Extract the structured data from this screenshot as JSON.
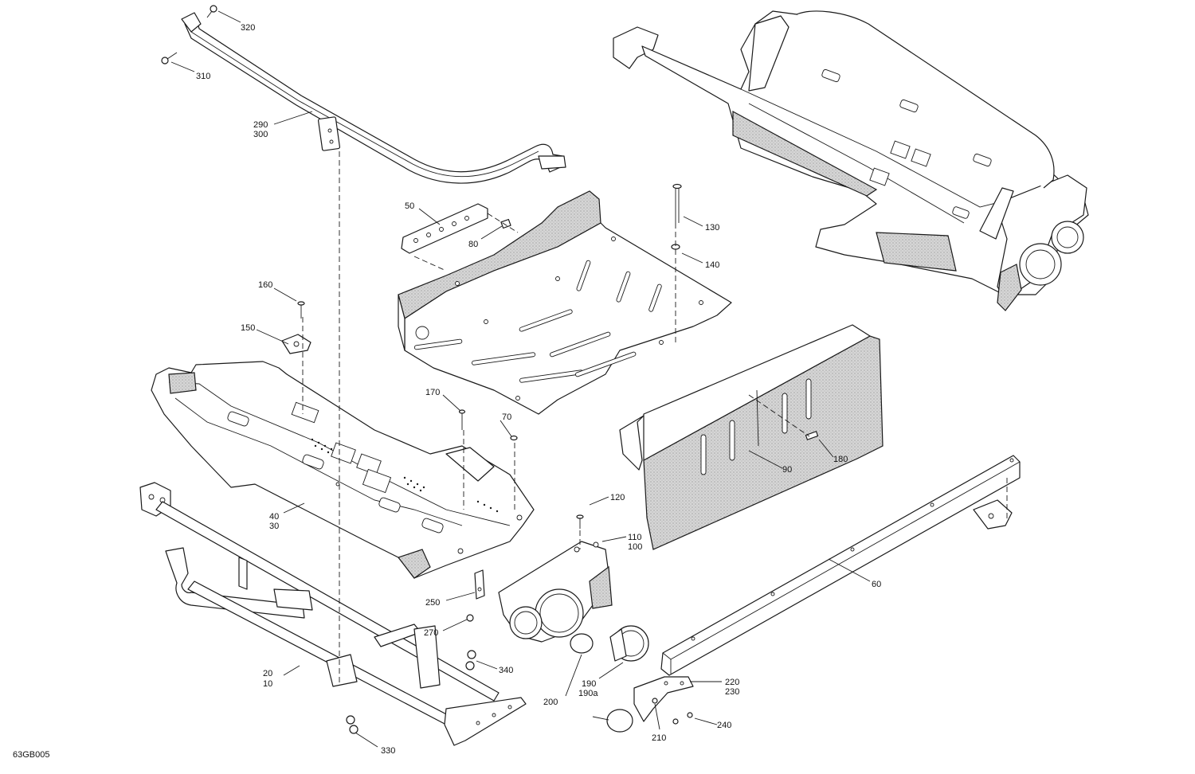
{
  "diagram": {
    "code": "63GB005",
    "callouts": {
      "c320": "320",
      "c310": "310",
      "c290": "290",
      "c300": "300",
      "c50": "50",
      "c80": "80",
      "c130": "130",
      "c140": "140",
      "c160": "160",
      "c150": "150",
      "c170": "170",
      "c70": "70",
      "c90": "90",
      "c180": "180",
      "c40": "40",
      "c30": "30",
      "c120": "120",
      "c110": "110",
      "c100": "100",
      "c60": "60",
      "c250": "250",
      "c270": "270",
      "c340": "340",
      "c20": "20",
      "c10": "10",
      "c190": "190",
      "c190a": "190a",
      "c200": "200",
      "c220": "220",
      "c230": "230",
      "c240": "240",
      "c210": "210",
      "c330": "330"
    }
  }
}
